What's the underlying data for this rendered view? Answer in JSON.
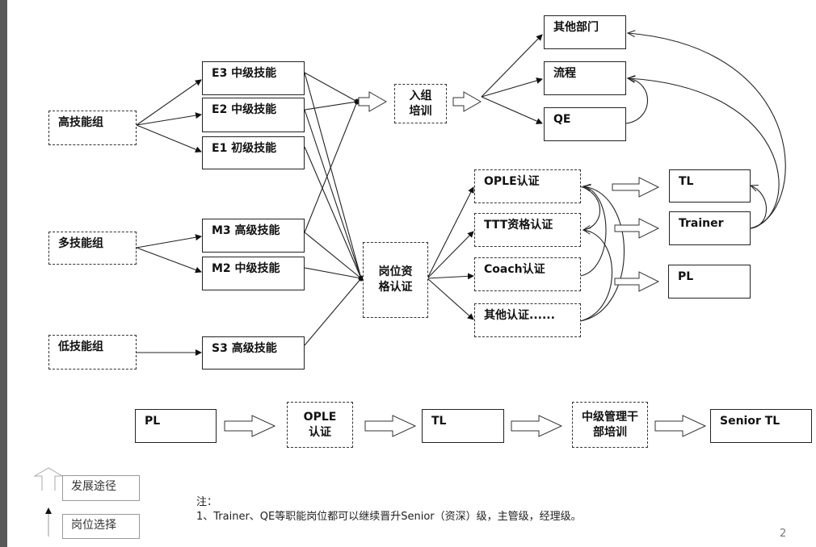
{
  "groups": {
    "high": "高技能组",
    "multi": "多技能组",
    "low": "低技能组"
  },
  "skills": {
    "e3": "E3 中级技能",
    "e2": "E2 中级技能",
    "e1": "E1 初级技能",
    "m3": "M3 高级技能",
    "m2": "M2 中级技能",
    "s3": "S3 高级技能"
  },
  "onboarding": "入组培训",
  "qualification": "岗位资格认证",
  "departments": {
    "other": "其他部门",
    "process": "流程",
    "qe": "QE"
  },
  "certifications": {
    "ople": "OPLE认证",
    "ttt": "TTT资格认证",
    "coach": "Coach认证",
    "other": "其他认证......"
  },
  "roles": {
    "tl": "TL",
    "trainer": "Trainer",
    "pl": "PL"
  },
  "career_path": {
    "pl": "PL",
    "ople": "OPLE认证",
    "tl": "TL",
    "mgmt_training": "中级管理干部培训",
    "senior_tl": "Senior TL"
  },
  "legend": {
    "development_path": "发展途径",
    "position_choice": "岗位选择"
  },
  "note": {
    "title": "注：",
    "line1": "1、Trainer、QE等职能岗位都可以继续晋升Senior（资深）级，主管级，经理级。"
  },
  "page_number": "2"
}
